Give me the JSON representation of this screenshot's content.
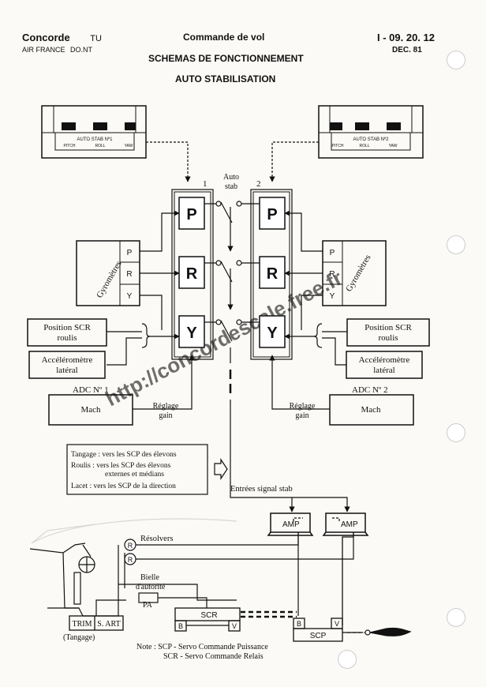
{
  "header": {
    "aircraft": "Concorde",
    "aircraft_code": "TU",
    "operator": "AIR FRANCE",
    "operator_code": "DO.NT",
    "chapter": "Commande de vol",
    "title": "SCHEMAS DE FONCTIONNEMENT",
    "subtitle": "AUTO STABILISATION",
    "page_ref": "I - 09. 20. 12",
    "date": "DEC. 81"
  },
  "panels": {
    "left": {
      "title": "AUTO STAB Nº1",
      "labels": [
        "PITCH",
        "ROLL",
        "YAW"
      ]
    },
    "right": {
      "title": "AUTO STAB Nº2",
      "labels": [
        "PITCH",
        "ROLL",
        "YAW"
      ]
    }
  },
  "channels": {
    "num_1": "1",
    "num_2": "2",
    "auto_stab": [
      "Auto",
      "stab"
    ],
    "blocks": [
      "P",
      "R",
      "Y"
    ]
  },
  "gyro": {
    "label": "Gyromètres",
    "rows": [
      "P",
      "R",
      "Y"
    ]
  },
  "sensors": {
    "position_scr": [
      "Position SCR",
      "roulis"
    ],
    "accelerometre": [
      "Accéléromètre",
      "latéral"
    ],
    "mach": "Mach",
    "adc1": "ADC Nº 1",
    "adc2": "ADC Nº 2",
    "reglage_gain": [
      "Réglage",
      "gain"
    ]
  },
  "legend": {
    "tangage": "Tangage : vers les SCP des élevons",
    "roulis": [
      "Roulis : vers les SCP des élevons",
      "externes et médians"
    ],
    "lacet": "Lacet : vers les SCP de la direction"
  },
  "signal": {
    "entrees": "Entrées signal stab",
    "amp": "AMP"
  },
  "mechanism": {
    "resolvers": "Résolvers",
    "r": "R",
    "bielle": [
      "Bielle",
      "d'autorité"
    ],
    "pa": "PA",
    "scr": "SCR",
    "scp": "SCP",
    "b": "B",
    "v": "V",
    "trim": "TRIM",
    "s_art": "S. ART",
    "tangage": "(Tangage)"
  },
  "note": {
    "line1": "Note : SCP - Servo Commande Puissance",
    "line2": "SCR - Servo Commande Relais"
  },
  "watermark": "http://concordescale.free.fr"
}
